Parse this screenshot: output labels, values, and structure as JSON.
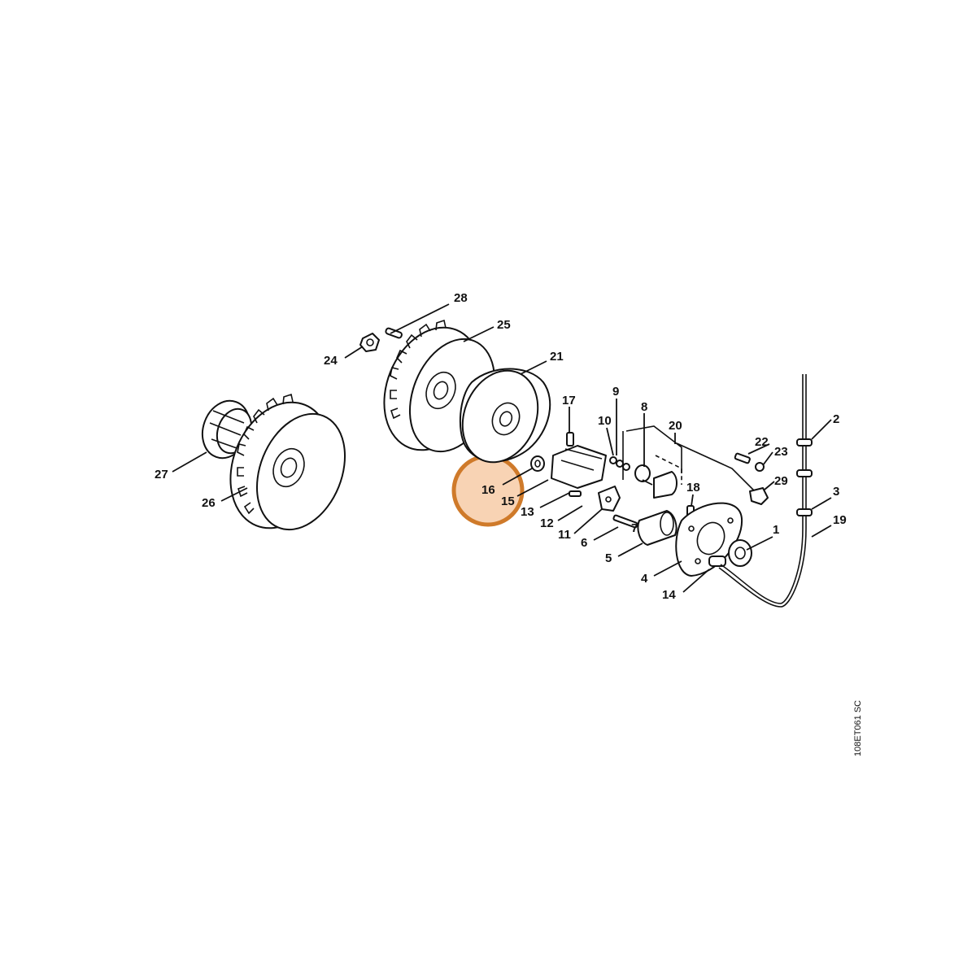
{
  "highlight": {
    "part": "16",
    "color": "#f5c49b",
    "border": "#cf7a2a"
  },
  "reference_code": "108ET061 SC",
  "callouts": [
    "28",
    "25",
    "24",
    "21",
    "17",
    "9",
    "8",
    "10",
    "20",
    "2",
    "22",
    "23",
    "29",
    "3",
    "19",
    "27",
    "26",
    "16",
    "15",
    "13",
    "12",
    "11",
    "6",
    "7",
    "18",
    "1",
    "5",
    "4",
    "14"
  ]
}
